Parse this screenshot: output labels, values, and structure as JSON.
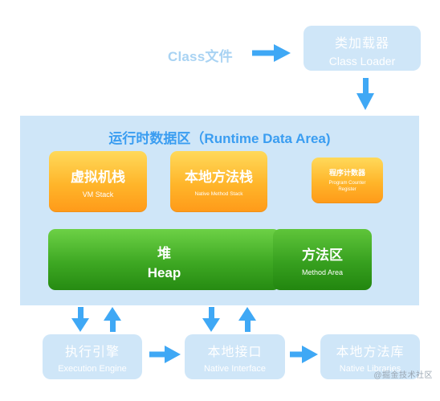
{
  "class_file": {
    "label": "Class文件"
  },
  "class_loader": {
    "title": "类加载器",
    "subtitle": "Class Loader"
  },
  "runtime_data_area": {
    "title": "运行时数据区（Runtime Data Area)",
    "vm_stack": {
      "title": "虚拟机栈",
      "subtitle": "VM Stack"
    },
    "native_method_stack": {
      "title": "本地方法栈",
      "subtitle": "Native Method Stack"
    },
    "program_counter": {
      "title": "程序计数器",
      "subtitle_line1": "Program Counter",
      "subtitle_line2": "Register"
    },
    "heap": {
      "title": "堆",
      "subtitle": "Heap"
    },
    "method_area": {
      "title": "方法区",
      "subtitle": "Method Area"
    }
  },
  "execution_engine": {
    "title": "执行引擎",
    "subtitle": "Execution Engine"
  },
  "native_interface": {
    "title": "本地接口",
    "subtitle": "Native Interface"
  },
  "native_libraries": {
    "title": "本地方法库",
    "subtitle": "Native Libraries"
  },
  "watermark": {
    "text": "@掘金技术社区"
  },
  "colors": {
    "light_box": "#cfe6f8",
    "arrow": "#3fa8f5",
    "title_blue": "#3a9df1",
    "orange": "#ffb52a",
    "green": "#3ea823"
  }
}
